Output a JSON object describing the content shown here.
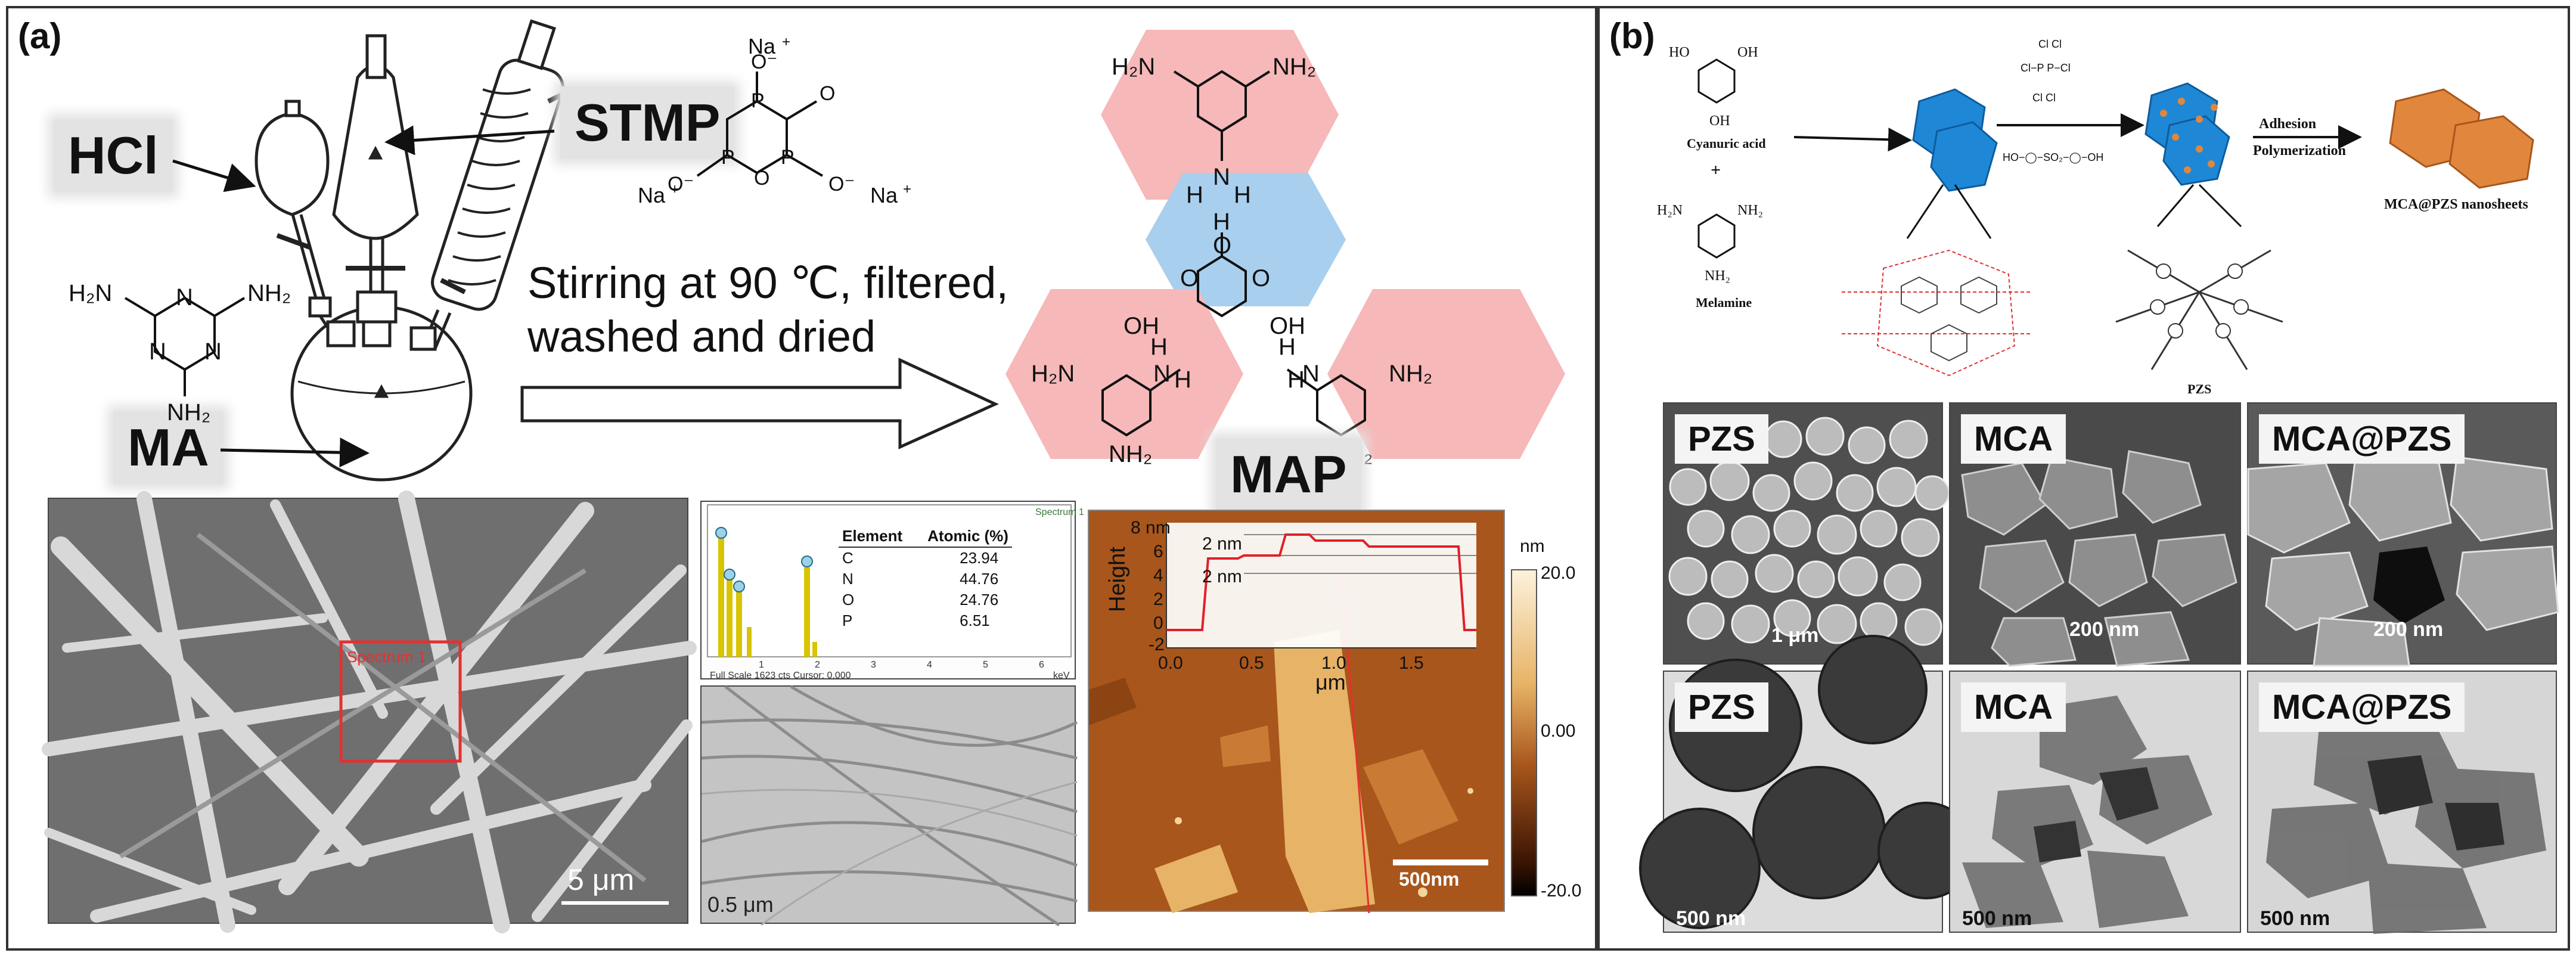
{
  "panel_a": {
    "tag": "(a)",
    "reagents": {
      "hcl": "HCl",
      "stmp": "STMP",
      "ma": "MA",
      "map": "MAP"
    },
    "stmp_ions": [
      "Na",
      "Na",
      "Na"
    ],
    "process_text_line1": "Stirring at 90 ℃, filtered,",
    "process_text_line2": "washed and dried",
    "sem_scale": "5 μm",
    "sem_spectrum_label": "Spectrum 1",
    "tem_scale": "0.5 μm",
    "edx": {
      "spectrum_label": "Spectrum 1",
      "footer": "Full Scale 1623 cts Cursor: 0.000",
      "footer_unit": "keV",
      "x_ticks": [
        "1",
        "2",
        "3",
        "4",
        "5",
        "6"
      ],
      "table_headers": [
        "Element",
        "Atomic (%)"
      ],
      "table_rows": [
        [
          "C",
          "23.94"
        ],
        [
          "N",
          "44.76"
        ],
        [
          "O",
          "24.76"
        ],
        [
          "P",
          "6.51"
        ]
      ]
    },
    "afm": {
      "ylabel": "Height",
      "xlabel": "μm",
      "y_ticks": [
        "8 nm",
        "6",
        "4",
        "2",
        "0",
        "-2"
      ],
      "x_ticks": [
        "0.0",
        "0.5",
        "1.0",
        "1.5"
      ],
      "annotations": [
        "2 nm",
        "2 nm"
      ],
      "colorbar_unit": "nm",
      "colorbar_ticks": [
        "20.0",
        "0.00",
        "-20.0"
      ],
      "scale": "500nm"
    }
  },
  "panel_b": {
    "tag": "(b)",
    "cyanuric_label": "Cyanuric acid",
    "plus": "+",
    "melamine_label": "Melamine",
    "adhesion_line1": "Adhesion",
    "adhesion_line2": "Polymerization",
    "product_label": "MCA@PZS nanosheets",
    "pzs_label": "PZS",
    "sem_panels": [
      {
        "label": "PZS",
        "scale": "1 μm"
      },
      {
        "label": "MCA",
        "scale": "200 nm"
      },
      {
        "label": "MCA@PZS",
        "scale": "200 nm"
      }
    ],
    "tem_panels": [
      {
        "label": "PZS",
        "scale": "500 nm"
      },
      {
        "label": "MCA",
        "scale": "500 nm"
      },
      {
        "label": "MCA@PZS",
        "scale": "500 nm"
      }
    ]
  },
  "colors": {
    "pink_hex": "#f6b8b8",
    "blue_hex": "#a9cfee",
    "afm_bg": "#a8561c",
    "sem_red": "#e53030"
  }
}
